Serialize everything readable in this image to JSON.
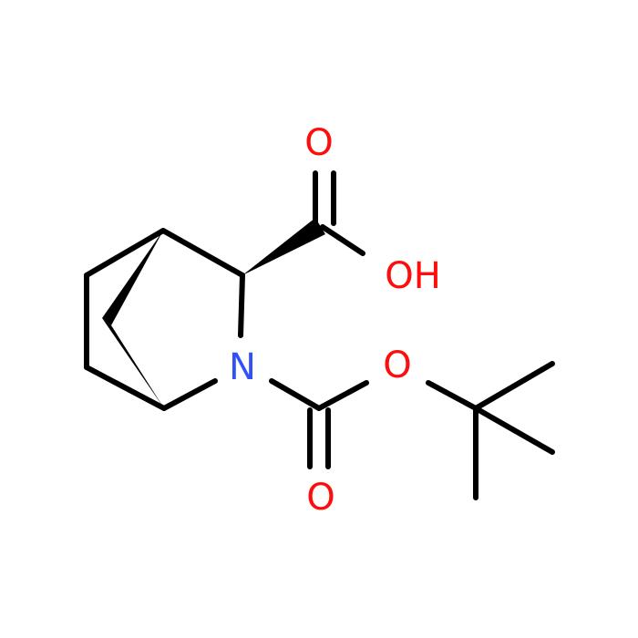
{
  "molecule": {
    "atoms": {
      "carboxyl_carbonyl_o": {
        "label": "O",
        "color": "#ff0d0d"
      },
      "carboxyl_oh": {
        "label": "OH",
        "color": "#ff0d0d"
      },
      "ring_nitrogen": {
        "label": "N",
        "color": "#3050f8"
      },
      "ester_o": {
        "label": "O",
        "color": "#ff0d0d"
      },
      "boc_carbonyl_o": {
        "label": "O",
        "color": "#ff0d0d"
      }
    },
    "bond_color": "#000000",
    "background_color": "#ffffff"
  }
}
